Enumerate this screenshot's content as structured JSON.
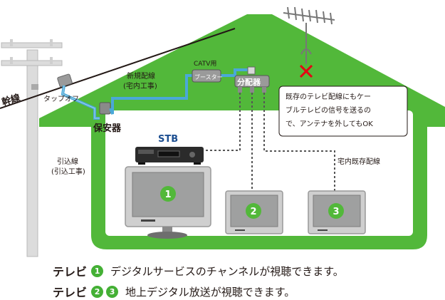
{
  "labels": {
    "trunk": "幹線",
    "tap_off": "タップオフ",
    "protector": "保安器",
    "drop_line_1": "引込線",
    "drop_line_2": "(引込工事)",
    "new_wiring_1": "新規配線",
    "new_wiring_2": "(宅内工事)",
    "booster_1": "CATV用",
    "booster_2": "ブースター",
    "splitter": "分配器",
    "stb": "STB",
    "existing_wiring": "宅内既存配線",
    "note_1": "既存のテレビ配線にもケー",
    "note_2": "ブルテレビの信号を送るの",
    "note_3": "で、アンテナを外してもOK"
  },
  "tvs": [
    {
      "number": "1"
    },
    {
      "number": "2"
    },
    {
      "number": "3"
    }
  ],
  "legend": [
    {
      "prefix": "テレビ",
      "numbers": [
        "1"
      ],
      "text": "デジタルサービスのチャンネルが視聴できます。"
    },
    {
      "prefix": "テレビ",
      "numbers": [
        "2",
        "3"
      ],
      "text": "地上デジタル放送が視聴できます。"
    }
  ],
  "colors": {
    "house_green": "#52b83a",
    "cable_blue": "#4aa8d8",
    "pole_gray": "#dcdcdc",
    "antenna_x": "#e60012"
  }
}
